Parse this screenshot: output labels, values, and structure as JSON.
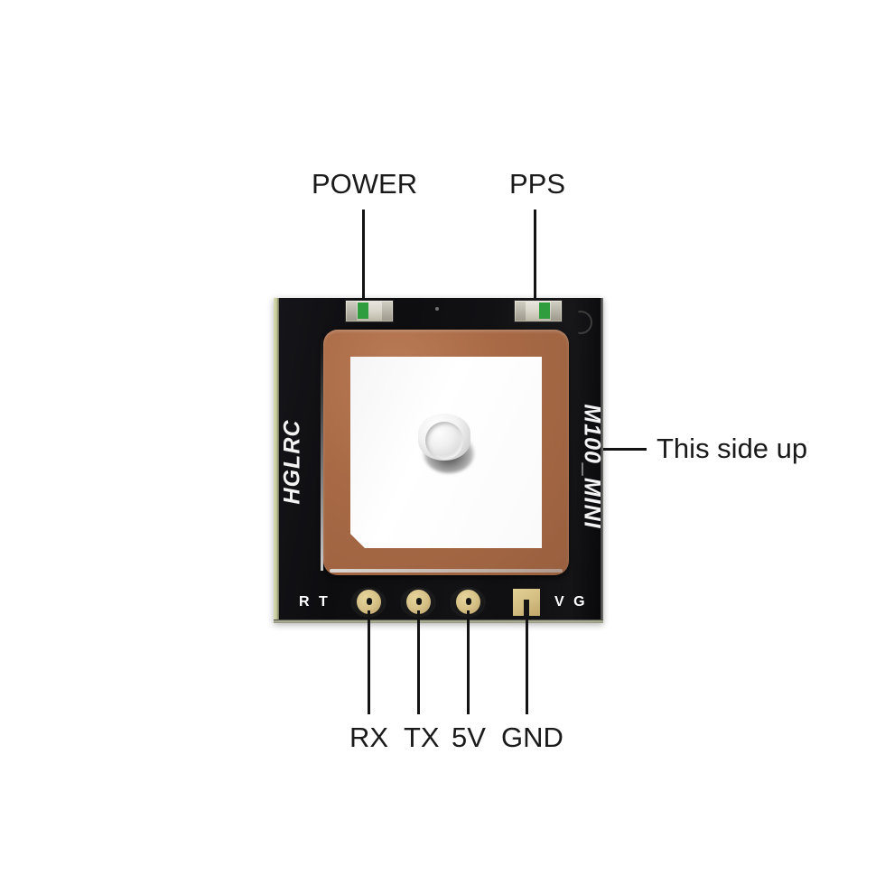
{
  "scene": {
    "background_color": "#ffffff",
    "subject": "HGLRC M100_MINI GPS module annotated diagram"
  },
  "callouts": {
    "power": {
      "label": "POWER"
    },
    "pps": {
      "label": "PPS"
    },
    "this_side_up": {
      "label": "This side up"
    },
    "rx": {
      "label": "RX"
    },
    "tx": {
      "label": "TX"
    },
    "v5": {
      "label": "5V"
    },
    "gnd": {
      "label": "GND"
    }
  },
  "board": {
    "silkscreen": {
      "brand": "HGLRC",
      "model": "M100_MINI",
      "pins_left": "R T",
      "pins_right": "V G"
    },
    "colors": {
      "pcb": "#101014",
      "pcb_edge": "#c8cd9f",
      "ceramic_antenna": "#a96a46",
      "antenna_patch": "#ffffff",
      "pad_gold": "#d8c48a",
      "led_green": "#2f9d3d",
      "leader_line": "#131313",
      "text": "#1a1a1a"
    },
    "pads": [
      {
        "name": "RX",
        "shape": "round"
      },
      {
        "name": "TX",
        "shape": "round"
      },
      {
        "name": "5V",
        "shape": "round"
      },
      {
        "name": "GND",
        "shape": "square"
      }
    ],
    "leds": [
      {
        "name": "POWER",
        "color": "#2f9d3d"
      },
      {
        "name": "PPS",
        "color": "#2f9d3d"
      }
    ]
  }
}
